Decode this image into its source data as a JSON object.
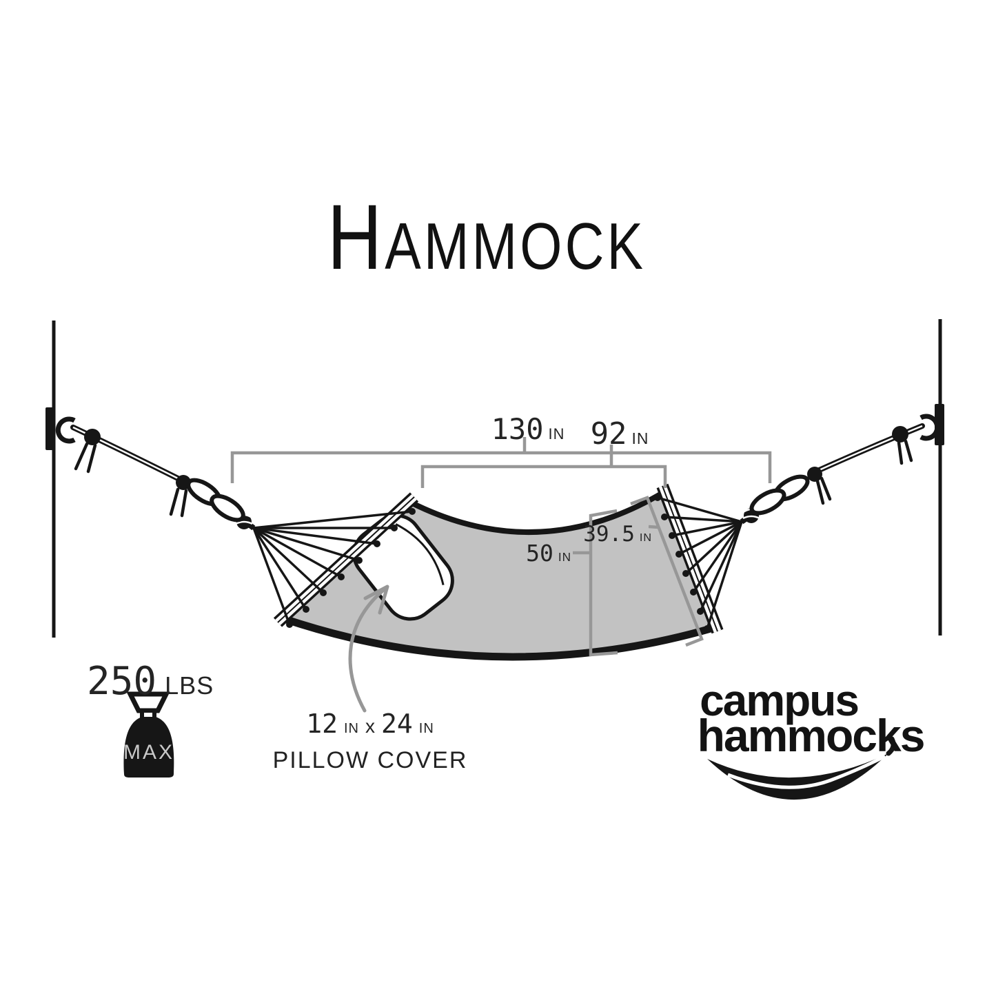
{
  "title": "Hammock",
  "dims": {
    "overall": {
      "value": "130",
      "unit": "IN"
    },
    "bed_length": {
      "value": "92",
      "unit": "IN"
    },
    "bar_width": {
      "value": "39.5",
      "unit": "IN"
    },
    "bed_width": {
      "value": "50",
      "unit": "IN"
    }
  },
  "capacity": {
    "value": "250",
    "unit": "LBS",
    "max_label": "MAX"
  },
  "pillow": {
    "width": "12",
    "unit_w": "IN",
    "times": "x",
    "height": "24",
    "unit_h": "IN",
    "label": "PILLOW COVER"
  },
  "brand": {
    "word1": "campus",
    "word2": "hammocks"
  },
  "icons": [
    "wall-hook-icon",
    "rope-knot-icon",
    "weight-max-icon",
    "hammock-swoosh-icon"
  ],
  "colors": {
    "ink": "#161616",
    "dim": "#979797",
    "bed": "#c2c2c2"
  }
}
